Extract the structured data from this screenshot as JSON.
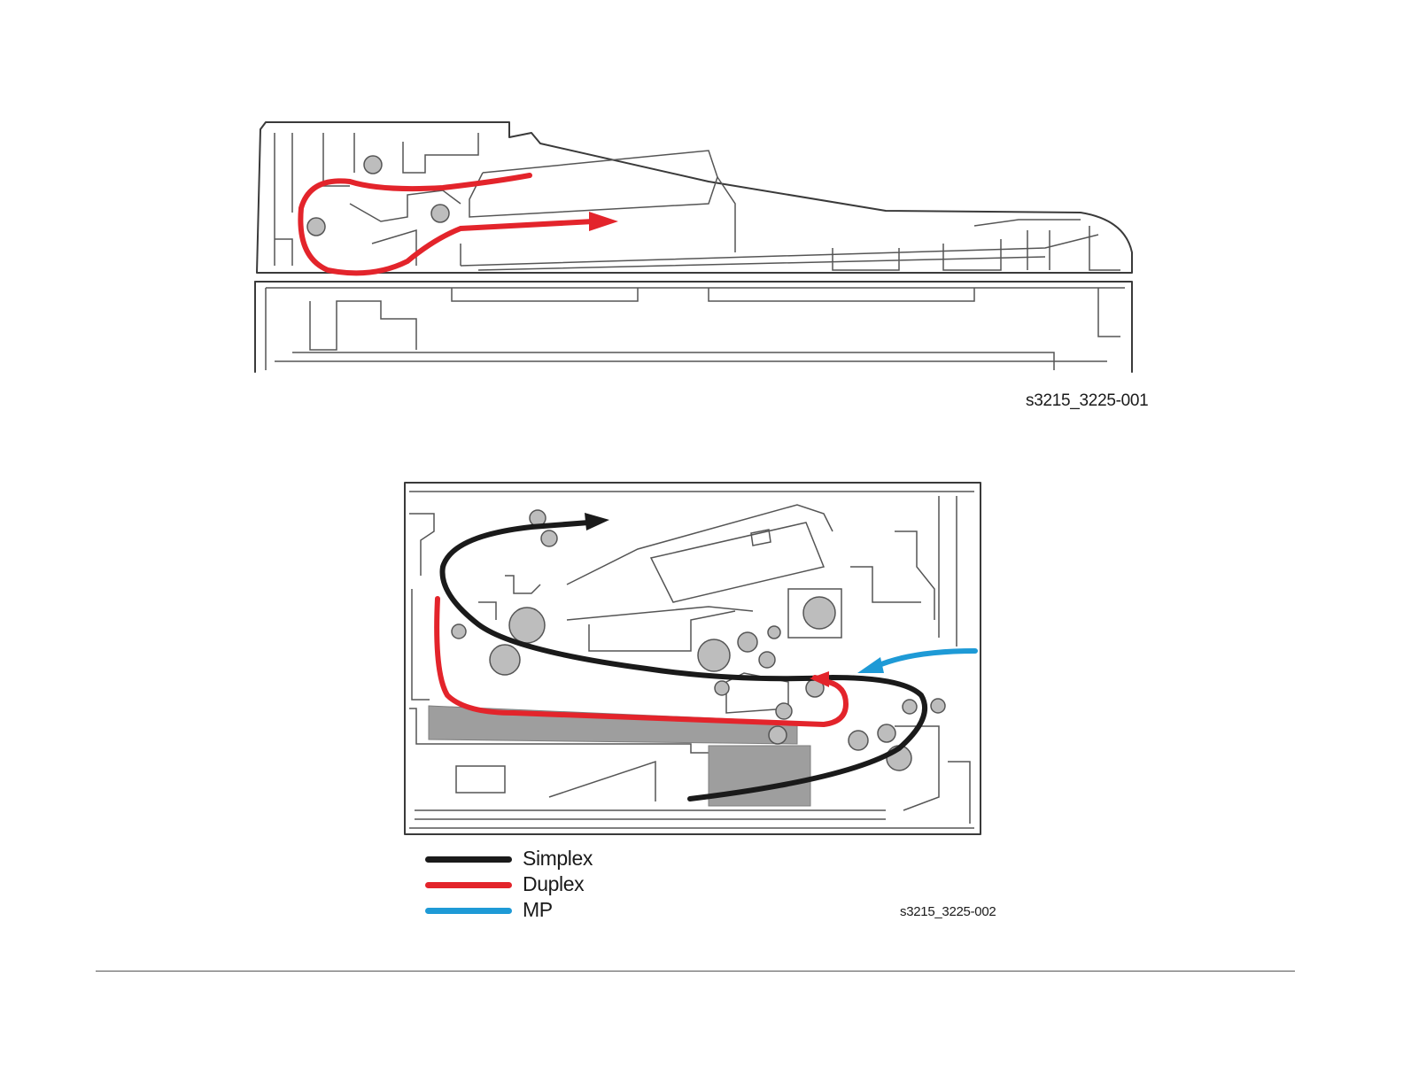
{
  "figures": {
    "adf": {
      "code": "s3215_3225-001",
      "path_color": "#e3242b"
    },
    "engine": {
      "code": "s3215_3225-002",
      "legend": [
        {
          "label": "Simplex",
          "color": "#1a1a1a"
        },
        {
          "label": "Duplex",
          "color": "#e3242b"
        },
        {
          "label": "MP",
          "color": "#1e9ad6"
        }
      ]
    }
  }
}
